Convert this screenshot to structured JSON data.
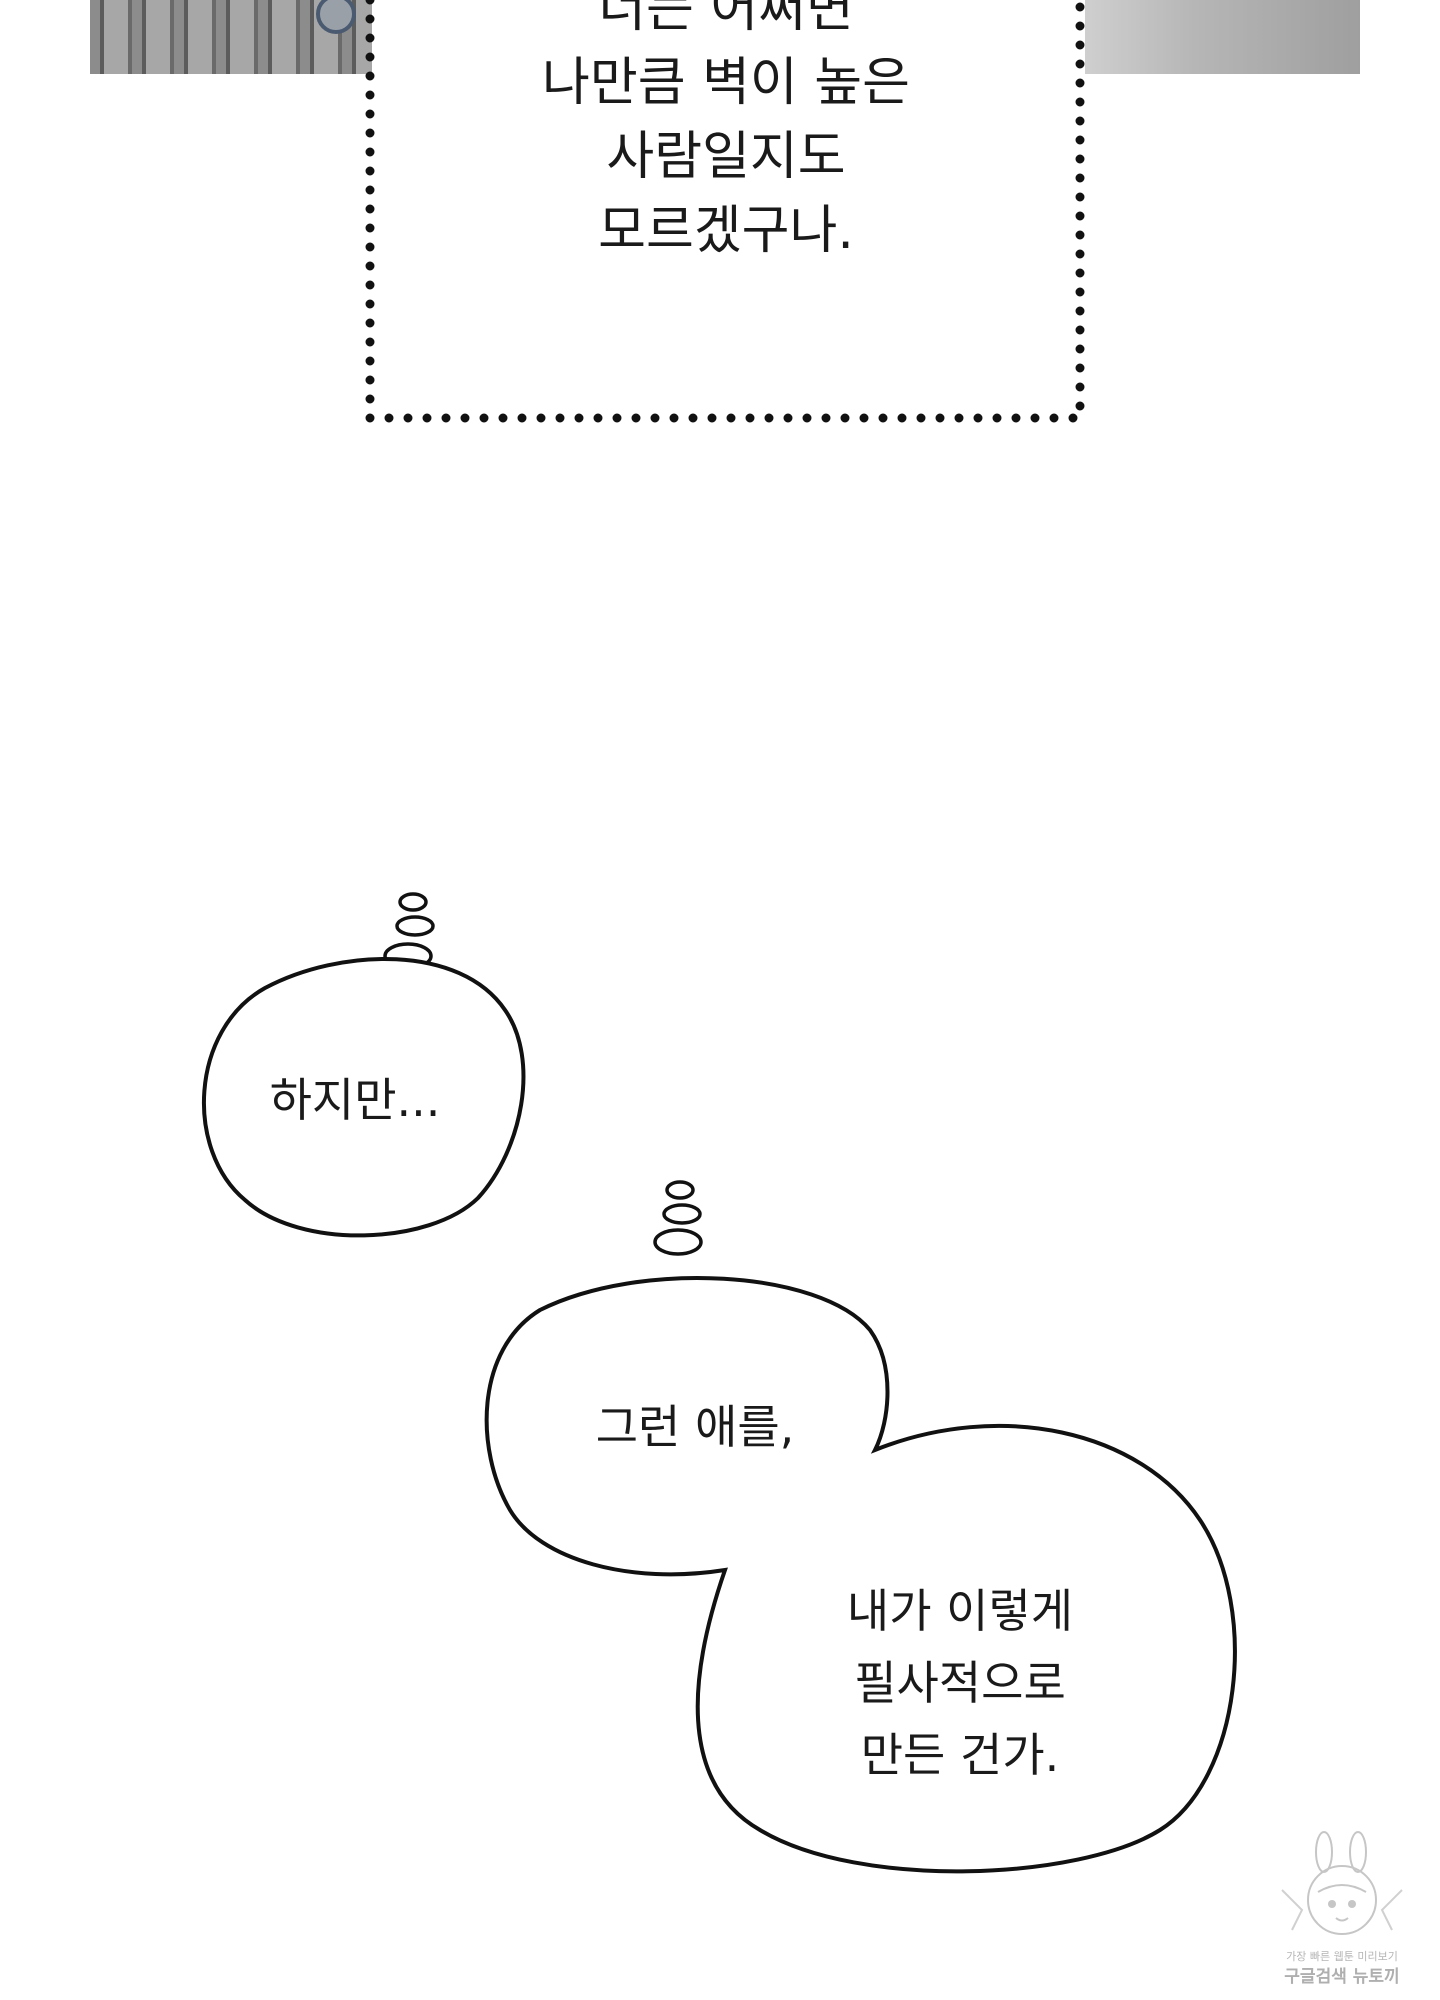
{
  "narration": {
    "lines": [
      "너는 어쩌면",
      "나만큼 벽이 높은",
      "사람일지도",
      "모르겠구나."
    ]
  },
  "thought_bubbles": [
    {
      "lines": [
        "하지만..."
      ]
    },
    {
      "lines": [
        "그런 애를,"
      ]
    },
    {
      "lines": [
        "내가 이렇게",
        "필사적으로",
        "만든 건가."
      ]
    }
  ],
  "watermark": {
    "tagline": "가장 빠른 웹툰 미리보기",
    "brand": "구글검색 뉴토끼"
  }
}
